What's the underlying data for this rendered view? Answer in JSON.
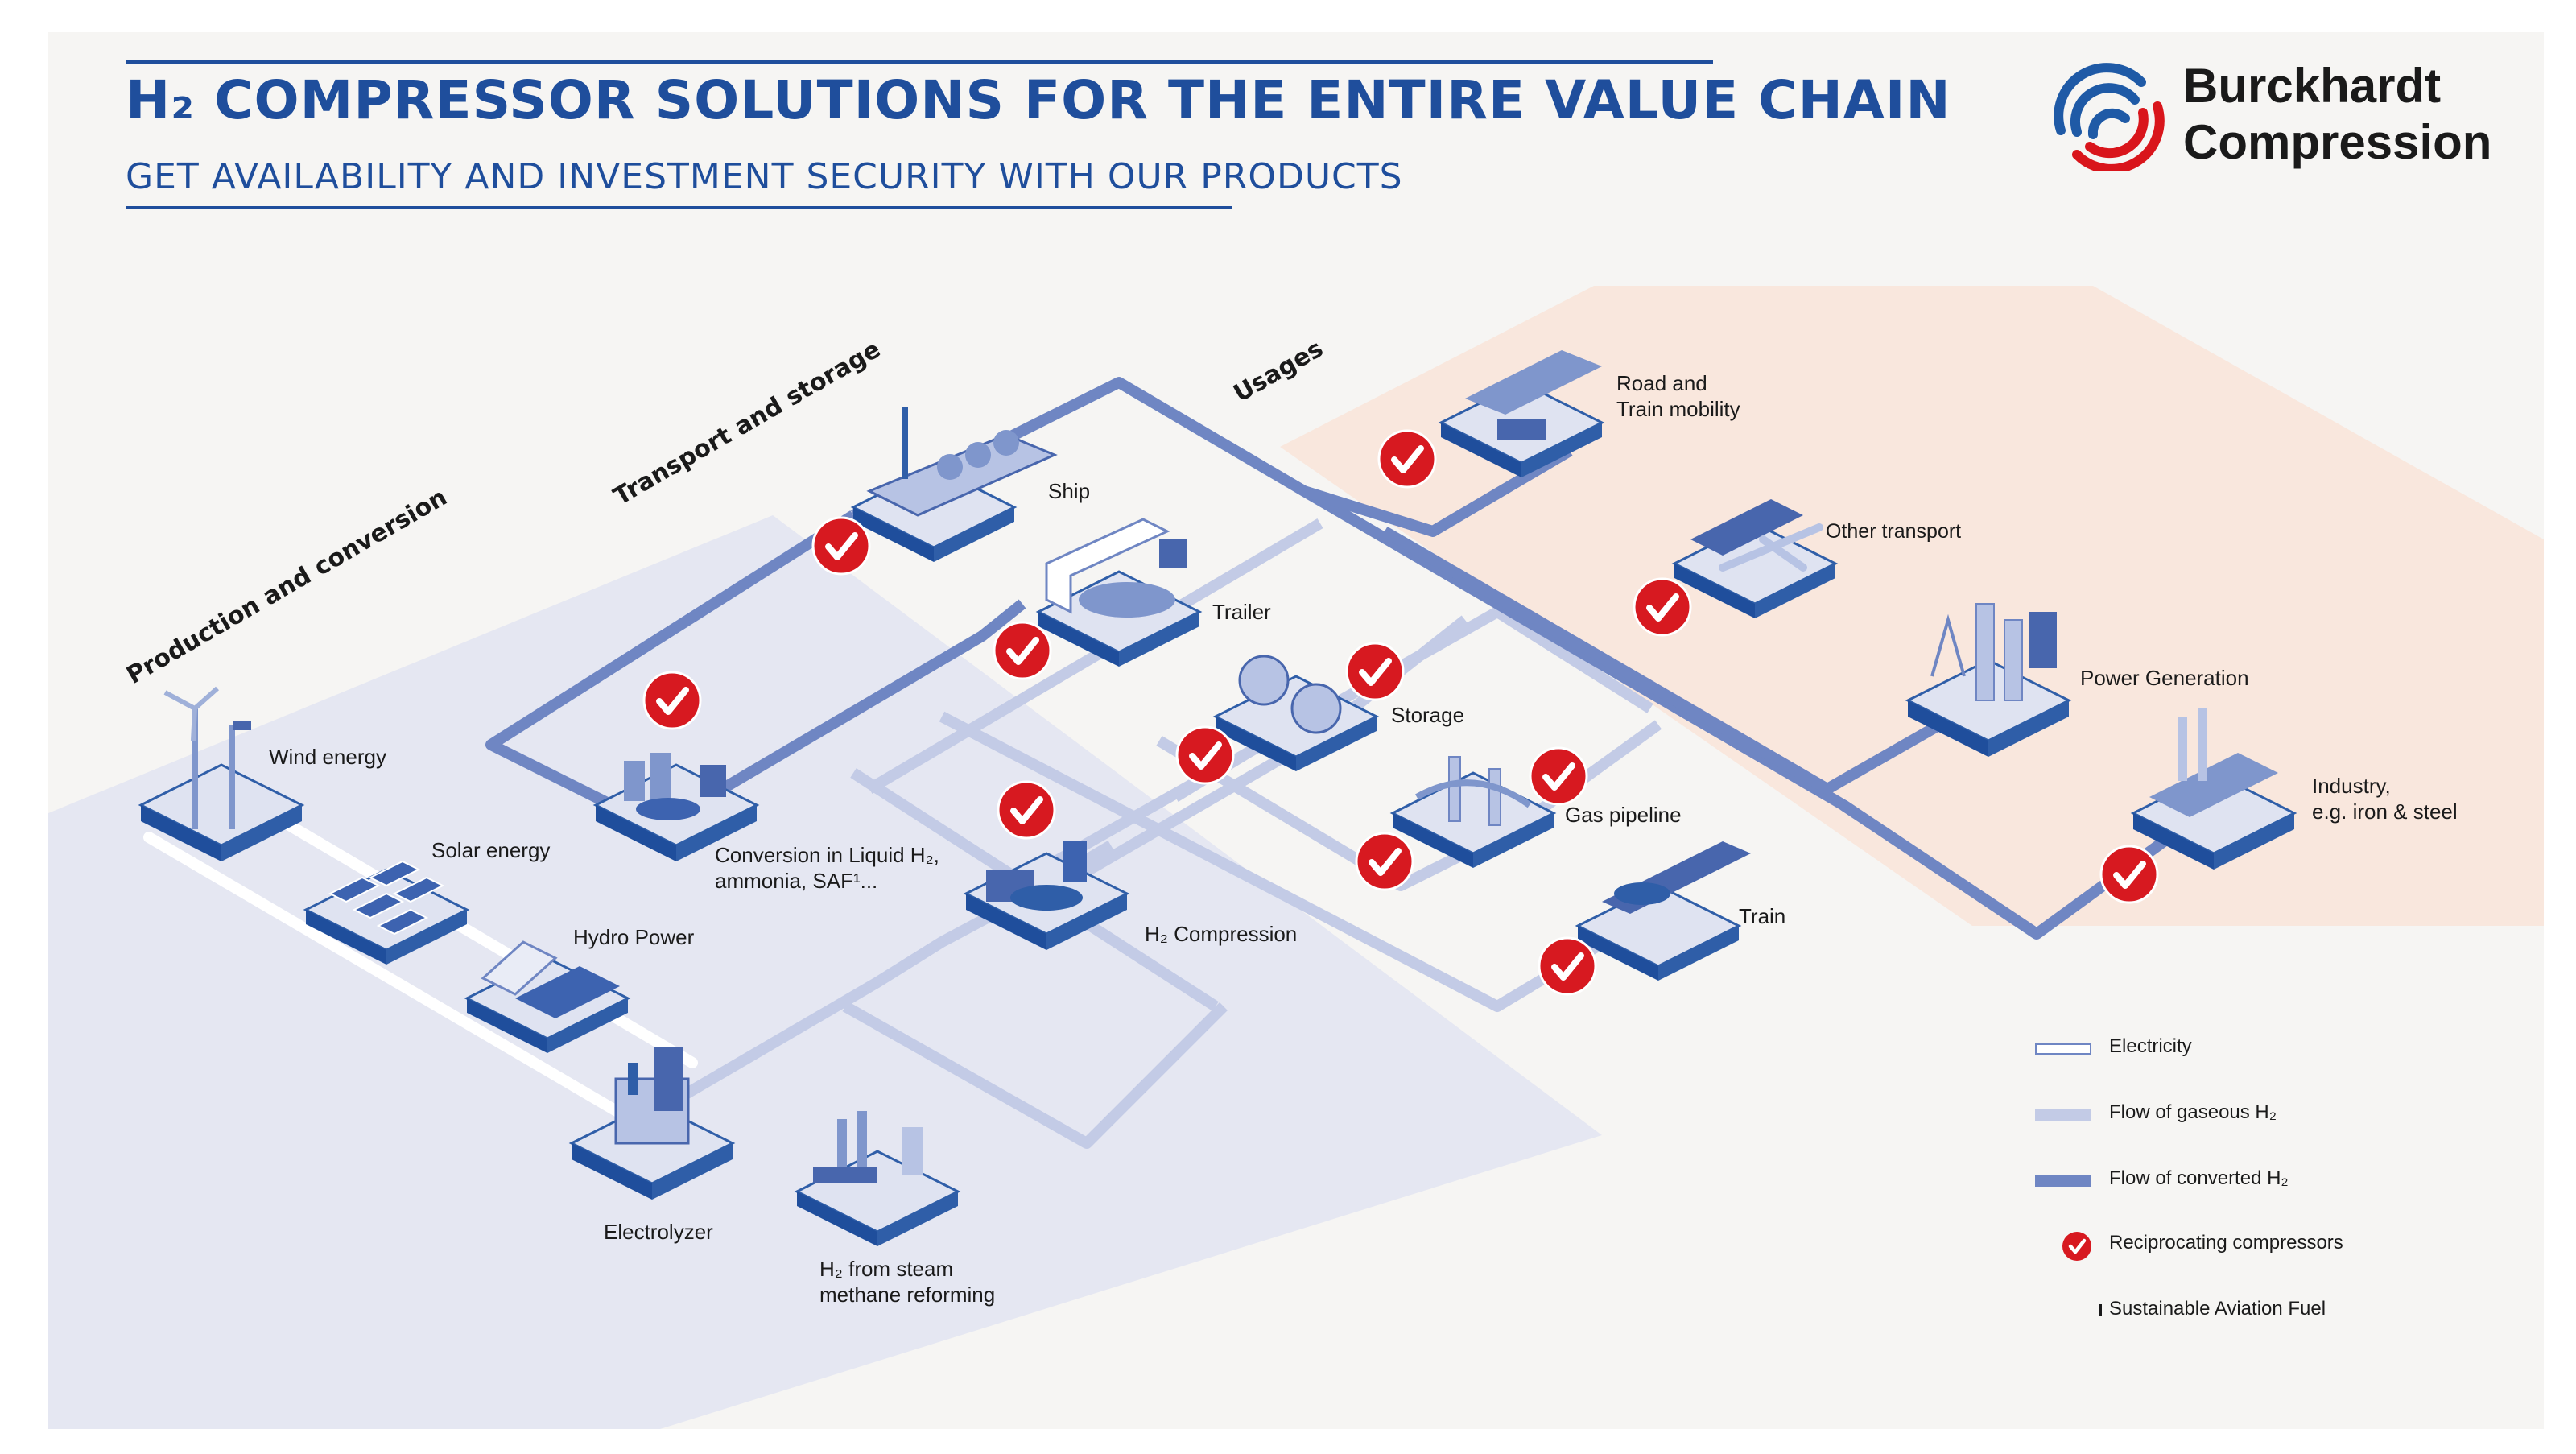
{
  "header": {
    "title": "H₂ COMPRESSOR SOLUTIONS FOR THE ENTIRE VALUE CHAIN",
    "subtitle": "GET AVAILABILITY AND INVESTMENT SECURITY WITH OUR PRODUCTS"
  },
  "brand": {
    "name_line1": "Burckhardt",
    "name_line2": "Compression",
    "color_blue": "#1f5aa6",
    "color_red": "#d9151b"
  },
  "zones": {
    "production": "Production and conversion",
    "transport": "Transport and storage",
    "usages": "Usages"
  },
  "nodes": {
    "wind": "Wind energy",
    "solar": "Solar energy",
    "hydro": "Hydro Power",
    "electrolyzer": "Electrolyzer",
    "smr_line1": "H₂ from steam",
    "smr_line2": "methane reforming",
    "conversion_line1": "Conversion in Liquid H₂,",
    "conversion_line2": "ammonia, SAF¹...",
    "compression": "H₂ Compression",
    "ship": "Ship",
    "trailer": "Trailer",
    "storage": "Storage",
    "pipeline": "Gas pipeline",
    "train": "Train",
    "road_line1": "Road and",
    "road_line2": "Train mobility",
    "other_transport": "Other transport",
    "power": "Power Generation",
    "industry_line1": "Industry,",
    "industry_line2": "e.g. iron & steel"
  },
  "legend": [
    {
      "label": "Electricity",
      "icon": "electricity-line"
    },
    {
      "label": "Flow of gaseous H₂",
      "icon": "gaseous-line"
    },
    {
      "label": "Flow of converted H₂",
      "icon": "converted-line"
    },
    {
      "label": "Reciprocating compressors",
      "icon": "check-badge-icon"
    },
    {
      "label": "Sustainable Aviation Fuel",
      "icon": "footnote-marker"
    }
  ],
  "colors": {
    "background": "#f6f5f3",
    "production_zone": "#e5e7f2",
    "usage_zone": "#f9e7dd",
    "converted_flow": "#6f86c3",
    "gaseous_flow": "#c3cbe6",
    "platform": "#2f5ea8",
    "check_red": "#d71920"
  }
}
